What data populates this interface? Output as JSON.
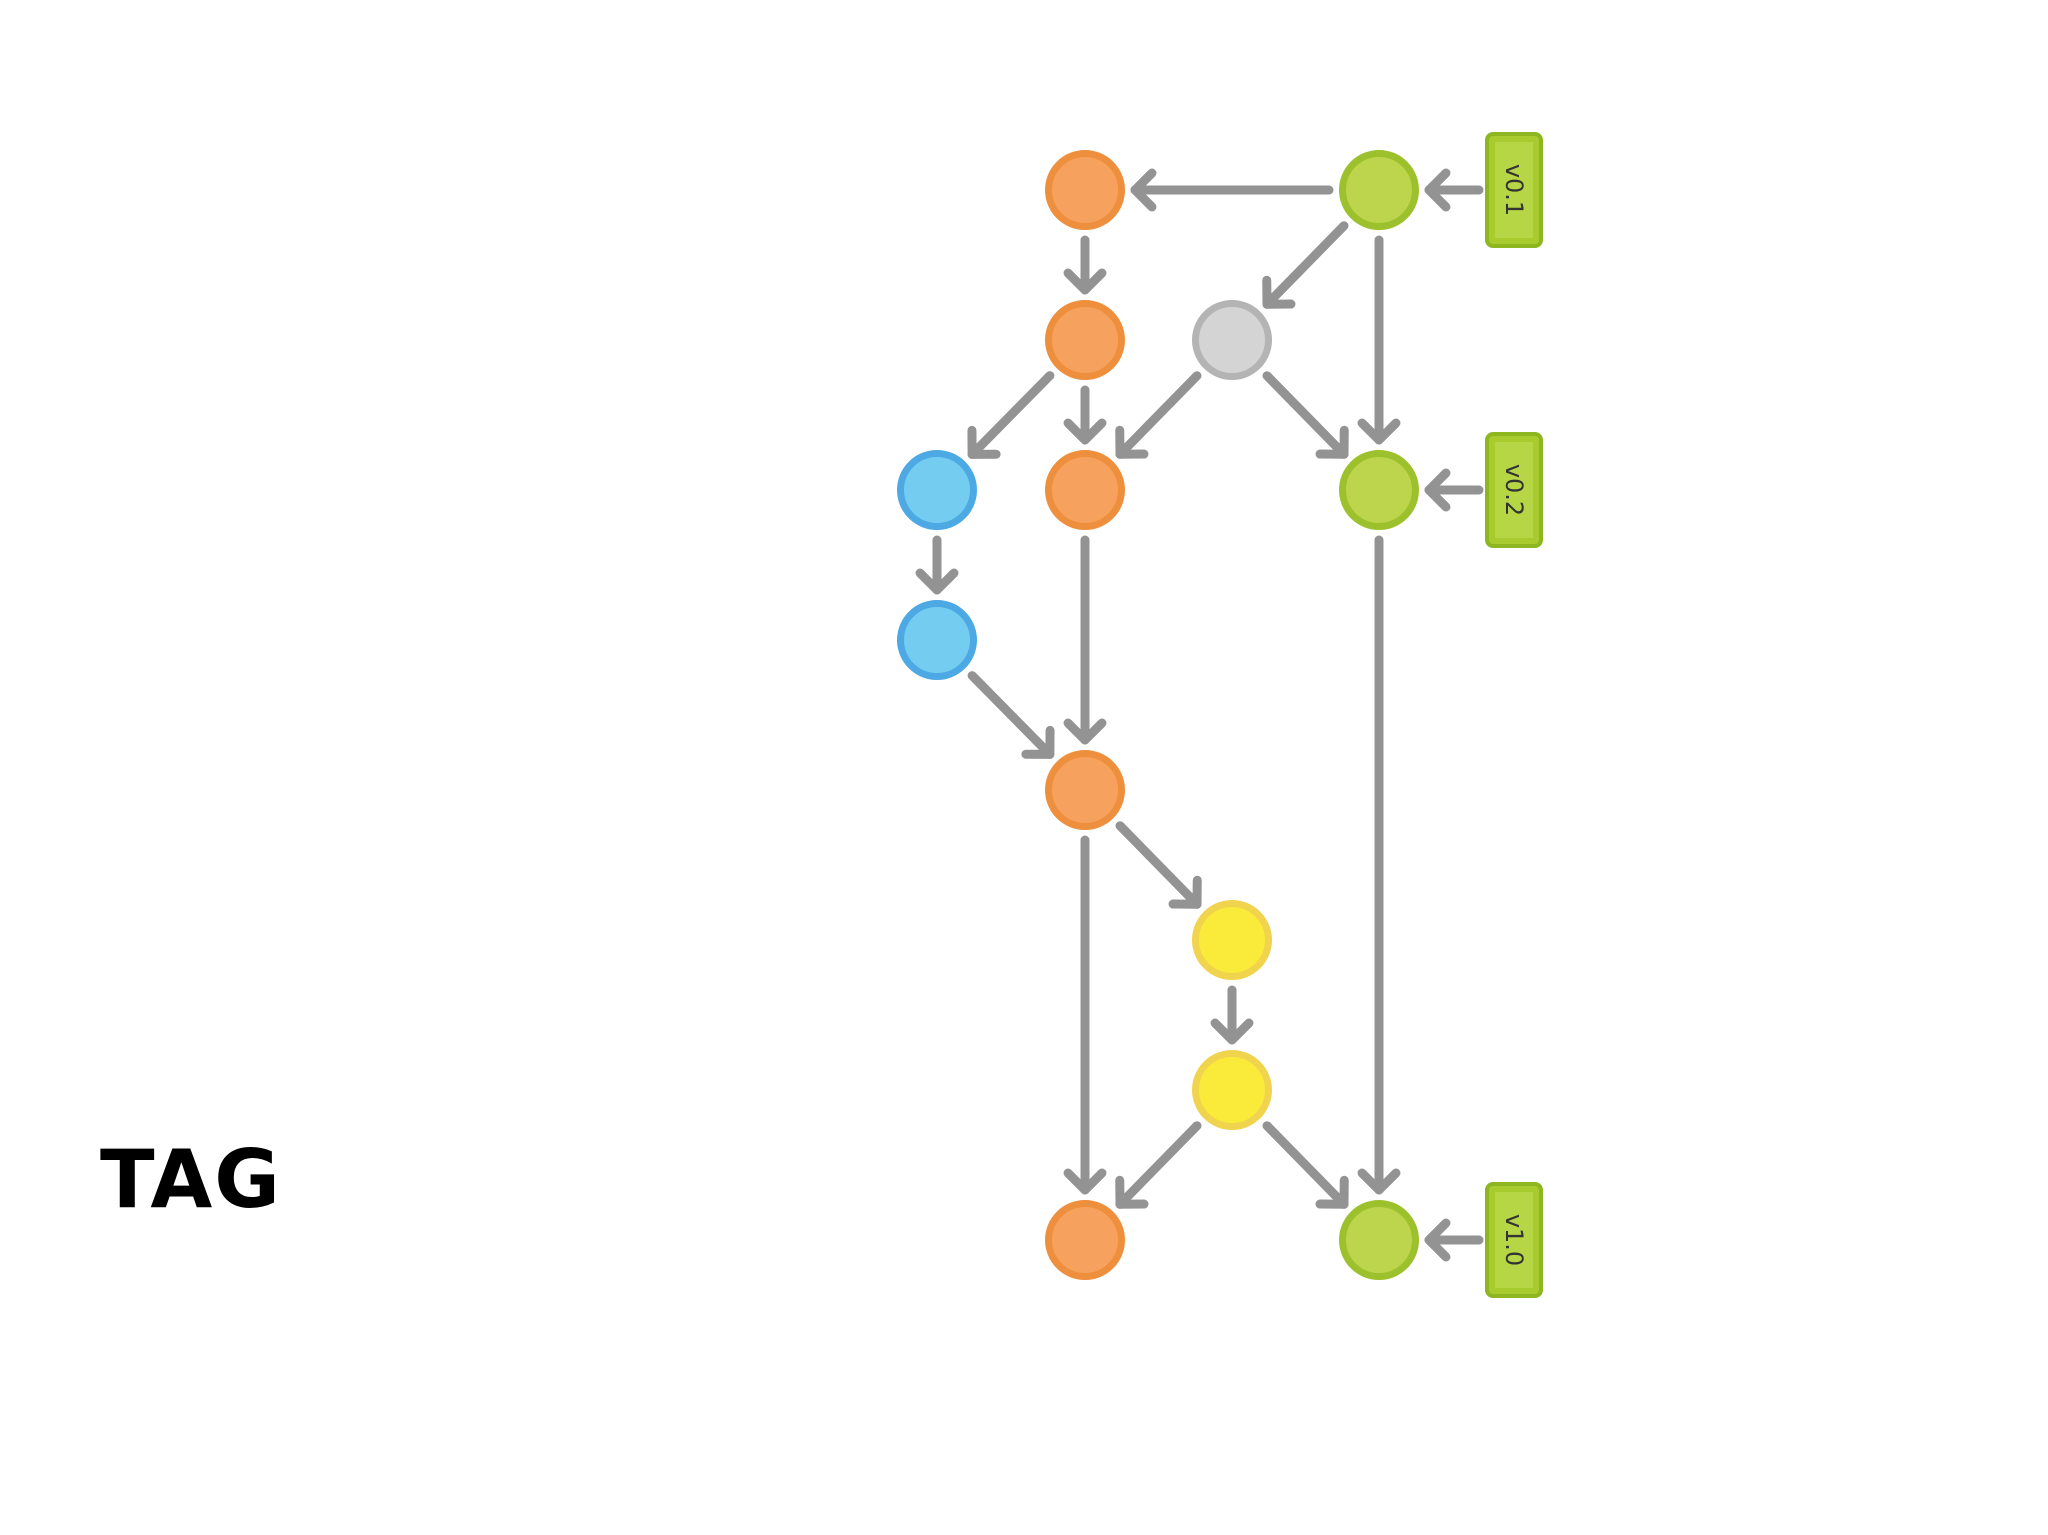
{
  "title": "TAG",
  "colors": {
    "orange": "#F6A15E",
    "orange_ring": "#EE8F3D",
    "blue": "#74CDF0",
    "blue_ring": "#4DA9E3",
    "gray": "#D4D4D4",
    "gray_ring": "#B4B4B4",
    "green": "#BDD54D",
    "green_ring": "#9CC12D",
    "yellow": "#FAEA3A",
    "yellow_ring": "#F1D44E",
    "arrow": "#939393",
    "tag_fill": "#A8CB2E",
    "tag_border": "#8DB620"
  },
  "tags": [
    {
      "id": "tag-v01",
      "label": "v0.1",
      "target": "g1"
    },
    {
      "id": "tag-v02",
      "label": "v0.2",
      "target": "g2"
    },
    {
      "id": "tag-v10",
      "label": "v1.0",
      "target": "g3"
    }
  ],
  "nodes": [
    {
      "id": "o1",
      "color": "orange"
    },
    {
      "id": "o2",
      "color": "orange"
    },
    {
      "id": "o3",
      "color": "orange"
    },
    {
      "id": "o4",
      "color": "orange"
    },
    {
      "id": "o5",
      "color": "orange"
    },
    {
      "id": "b1",
      "color": "blue"
    },
    {
      "id": "b2",
      "color": "blue"
    },
    {
      "id": "w1",
      "color": "gray"
    },
    {
      "id": "y1",
      "color": "yellow"
    },
    {
      "id": "y2",
      "color": "yellow"
    },
    {
      "id": "g1",
      "color": "green"
    },
    {
      "id": "g2",
      "color": "green"
    },
    {
      "id": "g3",
      "color": "green"
    }
  ],
  "edges": [
    [
      "g1",
      "o1"
    ],
    [
      "g1",
      "w1"
    ],
    [
      "g1",
      "g2"
    ],
    [
      "o1",
      "o2"
    ],
    [
      "o2",
      "b1"
    ],
    [
      "o2",
      "o3"
    ],
    [
      "w1",
      "o3"
    ],
    [
      "w1",
      "g2"
    ],
    [
      "b1",
      "b2"
    ],
    [
      "o3",
      "o4"
    ],
    [
      "b2",
      "o4"
    ],
    [
      "o4",
      "y1"
    ],
    [
      "o4",
      "o5"
    ],
    [
      "y1",
      "y2"
    ],
    [
      "y2",
      "o5"
    ],
    [
      "y2",
      "g3"
    ],
    [
      "g2",
      "g3"
    ]
  ]
}
